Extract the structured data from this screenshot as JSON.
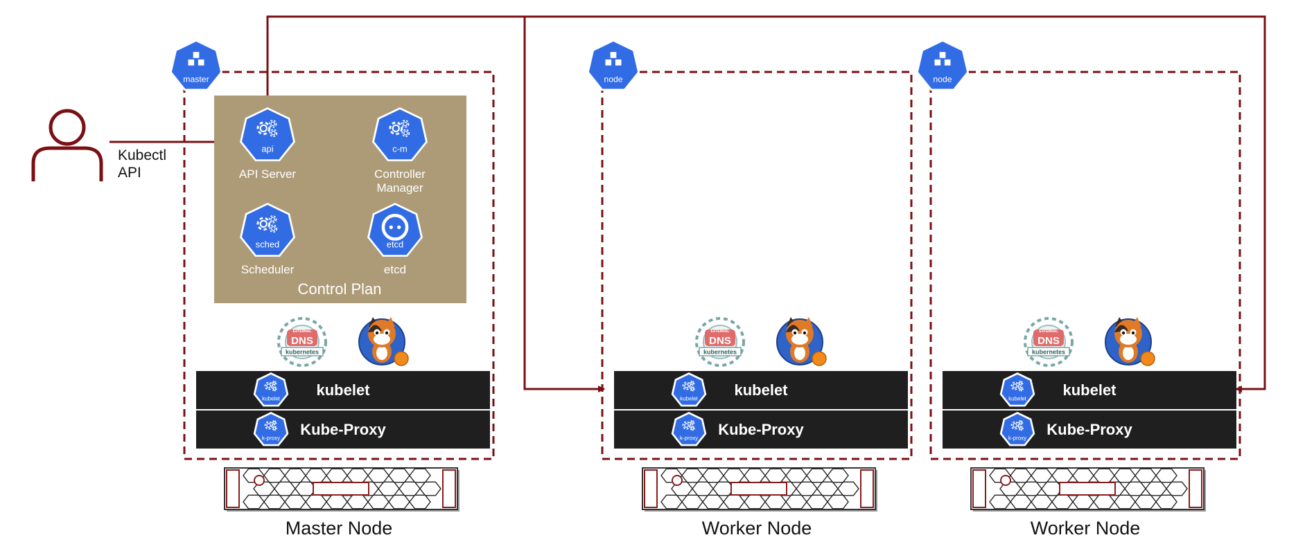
{
  "user": {
    "label_line1": "Kubectl",
    "label_line2": "API"
  },
  "nodes": [
    {
      "badge": "master",
      "caption": "Master Node",
      "control_plane": {
        "title": "Control Plan",
        "components": [
          {
            "key": "api",
            "badge": "api",
            "label": [
              "API Server"
            ]
          },
          {
            "key": "cm",
            "badge": "c-m",
            "label": [
              "Controller",
              "Manager"
            ]
          },
          {
            "key": "sched",
            "badge": "sched",
            "label": [
              "Scheduler"
            ]
          },
          {
            "key": "etcd",
            "badge": "etcd",
            "label": [
              "etcd"
            ]
          }
        ]
      },
      "addons": {
        "dns_top": "EXTERNAL",
        "dns_main": "DNS",
        "dns_sub": "kubernetes"
      },
      "bars": [
        {
          "badge": "kubelet",
          "label": "kubelet"
        },
        {
          "badge": "k-proxy",
          "label": "Kube-Proxy"
        }
      ]
    },
    {
      "badge": "node",
      "caption": "Worker Node",
      "addons": {
        "dns_top": "EXTERNAL",
        "dns_main": "DNS",
        "dns_sub": "kubernetes"
      },
      "bars": [
        {
          "badge": "kubelet",
          "label": "kubelet"
        },
        {
          "badge": "k-proxy",
          "label": "Kube-Proxy"
        }
      ]
    },
    {
      "badge": "node",
      "caption": "Worker Node",
      "addons": {
        "dns_top": "EXTERNAL",
        "dns_main": "DNS",
        "dns_sub": "kubernetes"
      },
      "bars": [
        {
          "badge": "kubelet",
          "label": "kubelet"
        },
        {
          "badge": "k-proxy",
          "label": "Kube-Proxy"
        }
      ]
    }
  ],
  "colors": {
    "k8s_blue": "#326ce5",
    "line_red": "#7a0f14",
    "panel_tan": "#ad9b78",
    "bar_dark": "#1f1f1f",
    "server_red": "#8b1a1a"
  }
}
